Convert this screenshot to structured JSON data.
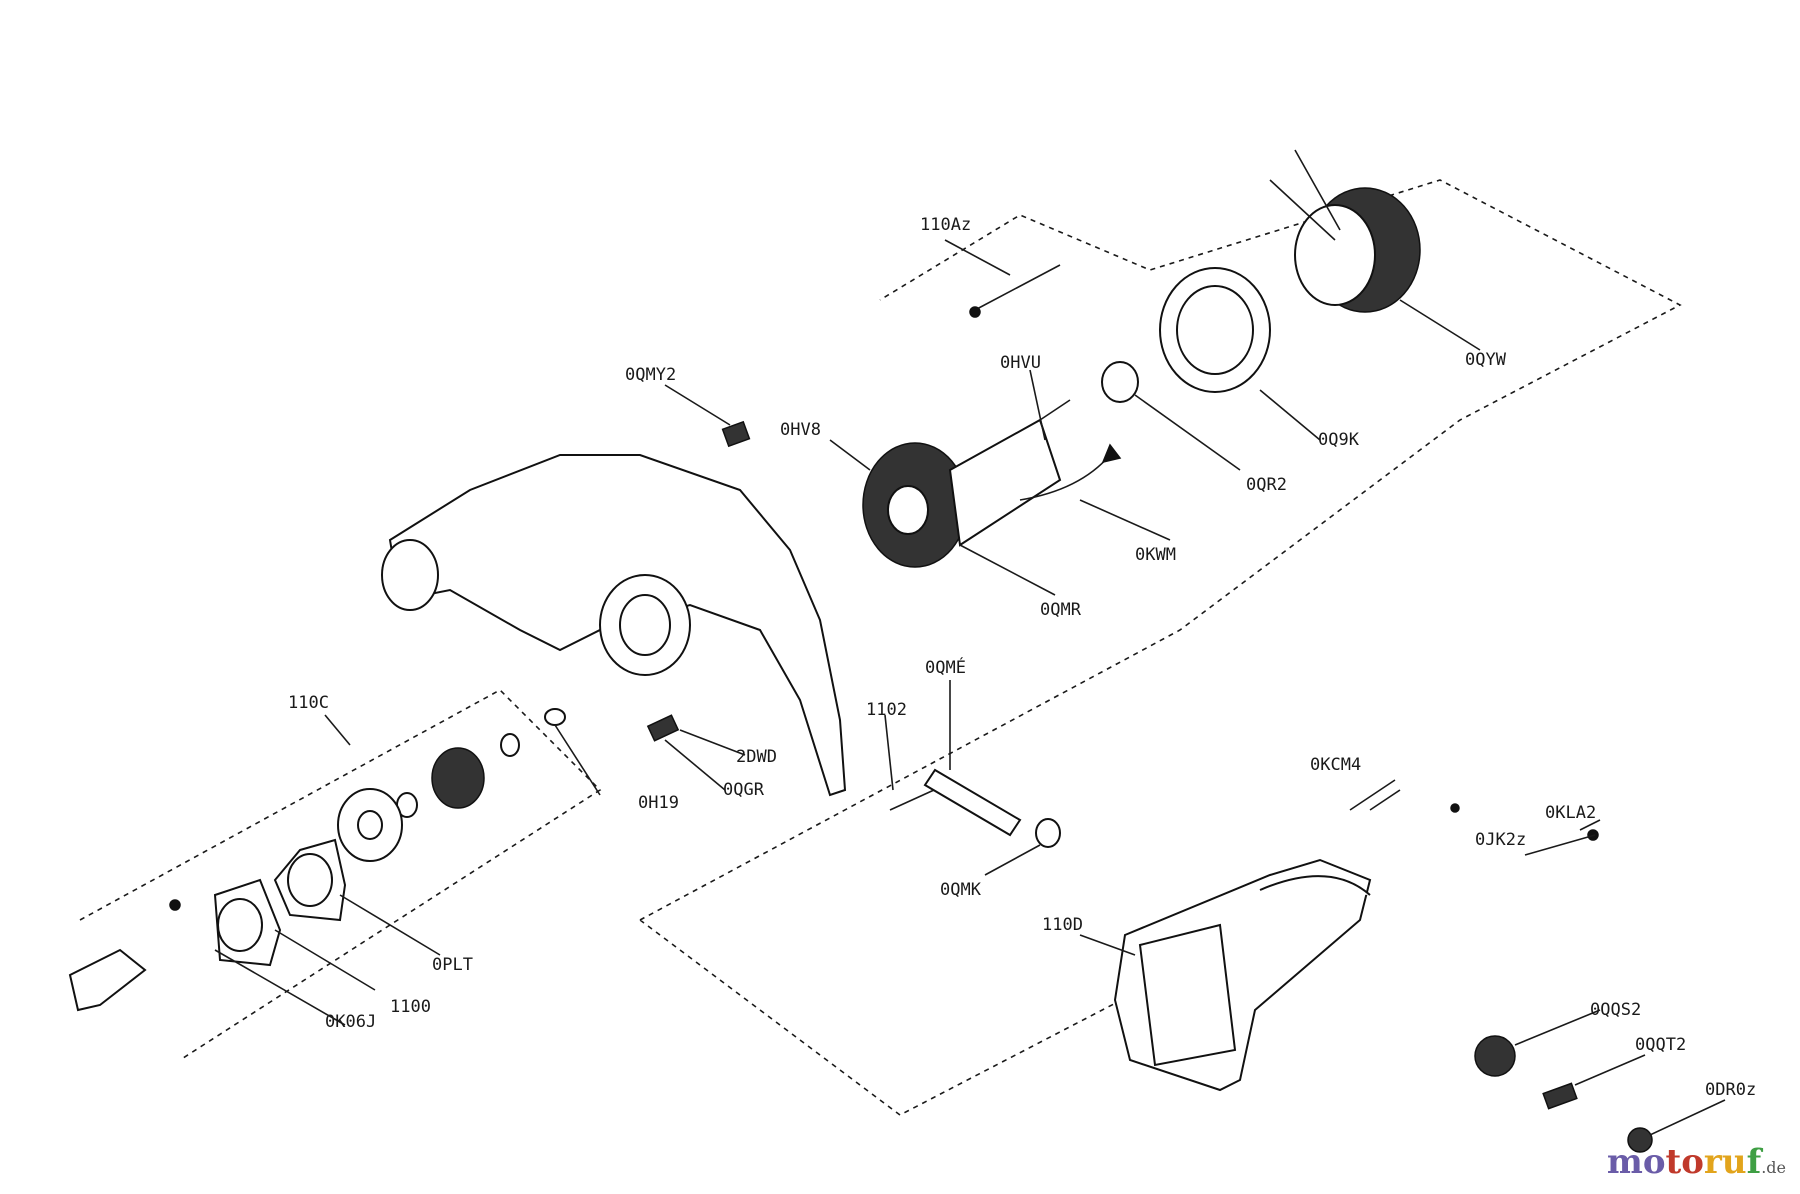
{
  "labels": {
    "p110Az": "110Az",
    "p0QYW": "0QYW",
    "p0Q9K": "0Q9K",
    "p0QR2": "0QR2",
    "p0HVU": "0HVU",
    "p0QMY2": "0QMY2",
    "p0HV8": "0HV8",
    "p0KWM": "0KWM",
    "p0QMR": "0QMR",
    "p0QME": "0QMÉ",
    "p1102": "1102",
    "p110C": "110C",
    "p2DWD": "2DWD",
    "p0H19": "0H19",
    "p0QGR": "0QGR",
    "p0KCM4": "0KCM4",
    "p0KLA2": "0KLA2",
    "p0JK2z": "0JK2z",
    "p0QMK": "0QMK",
    "p110D": "110D",
    "p0PLT": "0PLT",
    "p1100": "1100",
    "p0K06J": "0K06J",
    "p0QQS2": "0QQS2",
    "p0QQT2": "0QQT2",
    "p0DR0z": "0DR0z"
  },
  "logo": {
    "a": "mo",
    "b": "to",
    "c": "ru",
    "d": "f",
    "domain": ".de"
  }
}
